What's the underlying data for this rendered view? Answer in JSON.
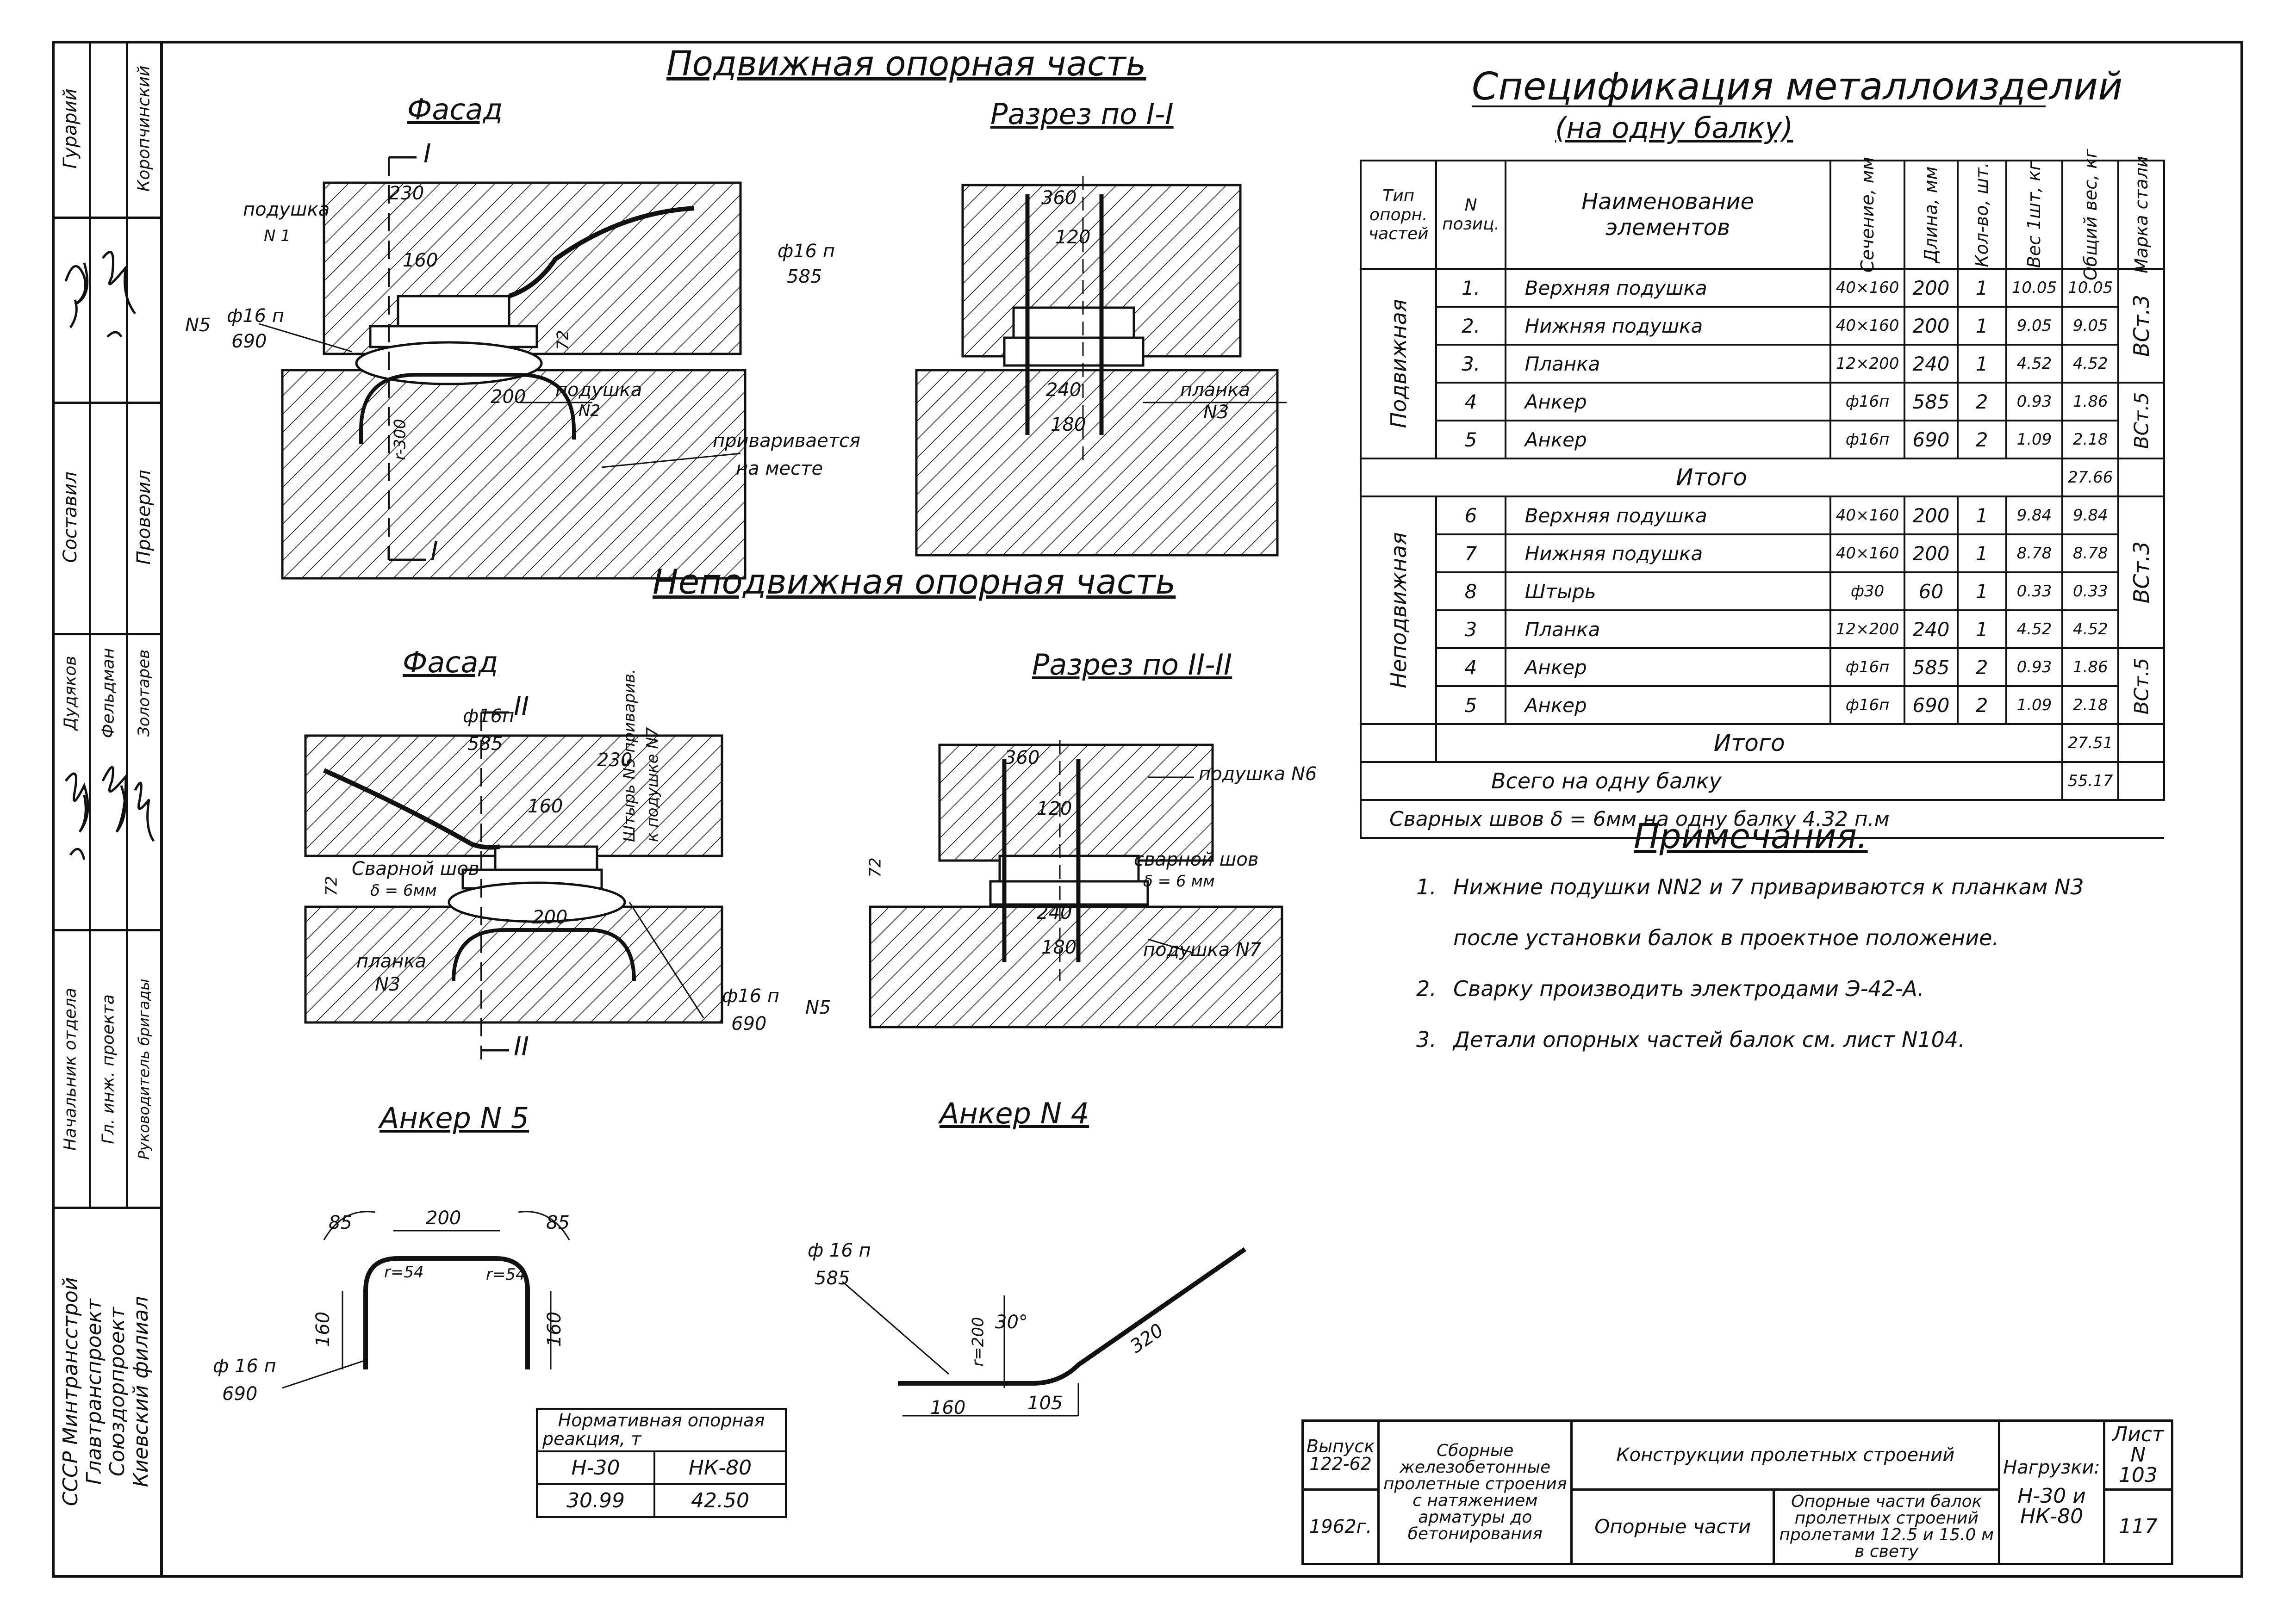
{
  "side_panel": {
    "roles": [
      "Гурарий",
      "Коропчинский",
      "Составил",
      "Проверил",
      "Дудяков",
      "Фельдман",
      "Золотарев",
      "Начальник отдела",
      "Гл. инж. проекта",
      "Руководитель бригады"
    ],
    "signatures": [
      "Гурарий (подпись)",
      "Э. Кру (подпись)",
      "Рудаков (подпись)",
      "Мук (подпись)",
      "Зол (подпись)"
    ],
    "org": [
      "СССР Минтрансстрой",
      "Главтранспроект",
      "Союздорпроект",
      "Киевский филиал"
    ]
  },
  "titles": {
    "movable": "Подвижная опорная часть",
    "fixed": "Неподвижная опорная часть",
    "facade_1": "Фасад",
    "section_1": "Разрез по I-I",
    "facade_2": "Фасад",
    "section_2": "Разрез по II-II",
    "anchor5": "Анкер N 5",
    "anchor4": "Анкер N 4"
  },
  "drawing_labels": {
    "m_pad1": "подушка",
    "m_pad1_n": "N 1",
    "m_230": "230",
    "m_160": "160",
    "m_d16_585": "ф16 п",
    "m_585": "585",
    "m_n5": "N5",
    "m_d16_690": "ф16 п",
    "m_690": "690",
    "m_200": "200",
    "m_pad2": "подушка",
    "m_pad2_n": "N2",
    "m_welded": "приваривается",
    "m_onsite": "на месте",
    "m_r300": "r-300",
    "m_72": "72",
    "m_I_top": "I",
    "m_I_bot": "I",
    "s_360": "360",
    "s_120": "120",
    "s_240": "240",
    "s_180": "180",
    "s_plate": "планка",
    "s_plate_n": "N3",
    "f_d16": "ф16п",
    "f_585": "585",
    "f_230": "230",
    "f_160": "160",
    "f_weld": "Сварной шов",
    "f_weld_d": "δ = 6мм",
    "f_200": "200",
    "f_plate": "планка",
    "f_plate_n": "N3",
    "f_pin1": "Штырь N5 приварив.",
    "f_pin2": "к подушке N7",
    "f_d16b": "ф16 п",
    "f_690": "690",
    "f_n5": "N5",
    "f_72": "72",
    "f_II_top": "II",
    "f_II_bot": "II",
    "s2_360": "360",
    "s2_120": "120",
    "s2_240": "240",
    "s2_180": "180",
    "s2_pad6": "подушка N6",
    "s2_weld": "сварной шов",
    "s2_weld_d": "δ = 6 мм",
    "s2_pad7": "подушка N7",
    "s2_72": "72",
    "a5_200": "200",
    "a5_85l": "85",
    "a5_85r": "85",
    "a5_r54l": "r=54",
    "a5_r54r": "r=54",
    "a5_160l": "160",
    "a5_160r": "160",
    "a5_d": "ф 16 п",
    "a5_690": "690",
    "a4_d": "ф 16 п",
    "a4_585": "585",
    "a4_30": "30°",
    "a4_r200": "r=200",
    "a4_320": "320",
    "a4_105": "105",
    "a4_160": "160"
  },
  "spec": {
    "title": "Спецификация металлоизделий",
    "subtitle": "(на одну балку)",
    "headers": [
      "Тип опорн. частей",
      "N позиц.",
      "Наименование элементов",
      "Сечение, мм",
      "Длина, мм",
      "Кол-во, шт.",
      "Вес 1шт, кг",
      "Общий вес, кг",
      "Марка стали"
    ],
    "group1": "Подвижная",
    "group2": "Неподвижная",
    "rows1": [
      [
        "1.",
        "Верхняя подушка",
        "40×160",
        "200",
        "1",
        "10.05",
        "10.05"
      ],
      [
        "2.",
        "Нижняя подушка",
        "40×160",
        "200",
        "1",
        "9.05",
        "9.05"
      ],
      [
        "3.",
        "Планка",
        "12×200",
        "240",
        "1",
        "4.52",
        "4.52"
      ],
      [
        "4",
        "Анкер",
        "ф16п",
        "585",
        "2",
        "0.93",
        "1.86"
      ],
      [
        "5",
        "Анкер",
        "ф16п",
        "690",
        "2",
        "1.09",
        "2.18"
      ]
    ],
    "steel1a": "ВСт.3",
    "steel1b": "ВСт.5",
    "total1_label": "Итого",
    "total1": "27.66",
    "rows2": [
      [
        "6",
        "Верхняя подушка",
        "40×160",
        "200",
        "1",
        "9.84",
        "9.84"
      ],
      [
        "7",
        "Нижняя подушка",
        "40×160",
        "200",
        "1",
        "8.78",
        "8.78"
      ],
      [
        "8",
        "Штырь",
        "ф30",
        "60",
        "1",
        "0.33",
        "0.33"
      ],
      [
        "3",
        "Планка",
        "12×200",
        "240",
        "1",
        "4.52",
        "4.52"
      ],
      [
        "4",
        "Анкер",
        "ф16п",
        "585",
        "2",
        "0.93",
        "1.86"
      ],
      [
        "5",
        "Анкер",
        "ф16п",
        "690",
        "2",
        "1.09",
        "2.18"
      ]
    ],
    "steel2a": "ВСт.3",
    "steel2b": "ВСт.5",
    "total2_label": "Итого",
    "total2": "27.51",
    "grand_label": "Всего на одну балку",
    "grand": "55.17",
    "welds": "Сварных швов δ = 6мм на одну балку 4.32 п.м"
  },
  "notes": {
    "title": "Примечания.",
    "n1_num": "1.",
    "n1a": "Нижние подушки NN2 и 7 привариваются к планкам N3",
    "n1b": "после установки балок в проектное положение.",
    "n2_num": "2.",
    "n2": "Сварку производить электродами Э-42-А.",
    "n3_num": "3.",
    "n3": "Детали опорных частей балок см. лист N104."
  },
  "reaction": {
    "title1": "Нормативная опорная",
    "title2": "реакция, т",
    "h1": "Н-30",
    "h2": "НК-80",
    "v1": "30.99",
    "v2": "42.50"
  },
  "stamp": {
    "issue_label": "Выпуск",
    "issue": "122-62",
    "year": "1962г.",
    "title": "Сборные железобетонные пролетные строения с натяжением арматуры до бетонирования",
    "section": "Конструкции пролетных строений",
    "part": "Опорные части",
    "desc": "Опорные части балок пролетных строений пролетами 12.5 и 15.0 м в свету",
    "loads_label": "Нагрузки:",
    "loads": "Н-30 и НК-80",
    "sheet_label": "Лист",
    "sheet": "N 103",
    "page": "117"
  }
}
